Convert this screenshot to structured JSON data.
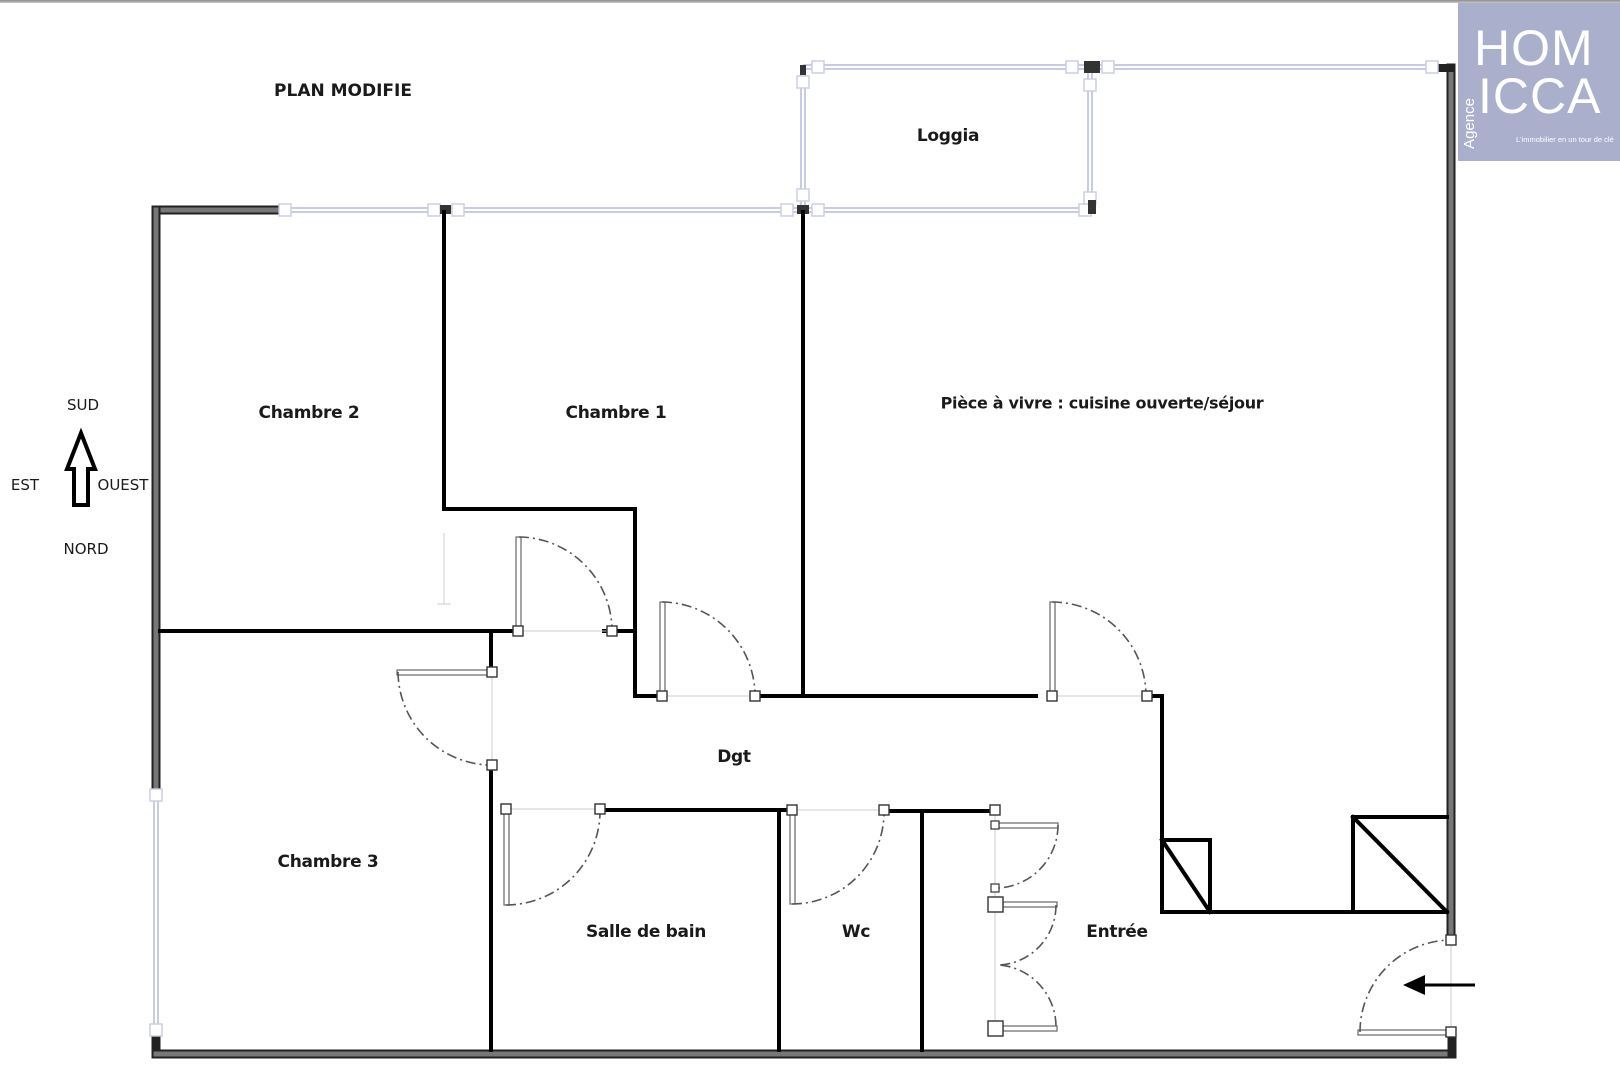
{
  "title": "PLAN MODIFIE",
  "compass": {
    "north_arrow_points": "up",
    "sud": "SUD",
    "est": "EST",
    "ouest": "OUEST",
    "nord": "NORD"
  },
  "rooms": {
    "loggia": "Loggia",
    "chambre2": "Chambre 2",
    "chambre1": "Chambre 1",
    "piece_a_vivre": "Pièce à vivre : cuisine ouverte/séjour",
    "dgt": "Dgt",
    "chambre3": "Chambre 3",
    "salle_de_bain": "Salle de bain",
    "wc": "Wc",
    "entree": "Entrée"
  },
  "logo": {
    "line1": "HOM",
    "line2": "ICCA",
    "vertical": "Agence",
    "tagline": "L'immobilier en un tour de clé",
    "bg_color": "#aab0cc"
  },
  "colors": {
    "wall_exterior": "#5a5a5a",
    "wall_interior": "#000000",
    "window": "#c9cbe6",
    "door_arc": "#555555"
  },
  "entry_arrow": {
    "direction": "left"
  }
}
